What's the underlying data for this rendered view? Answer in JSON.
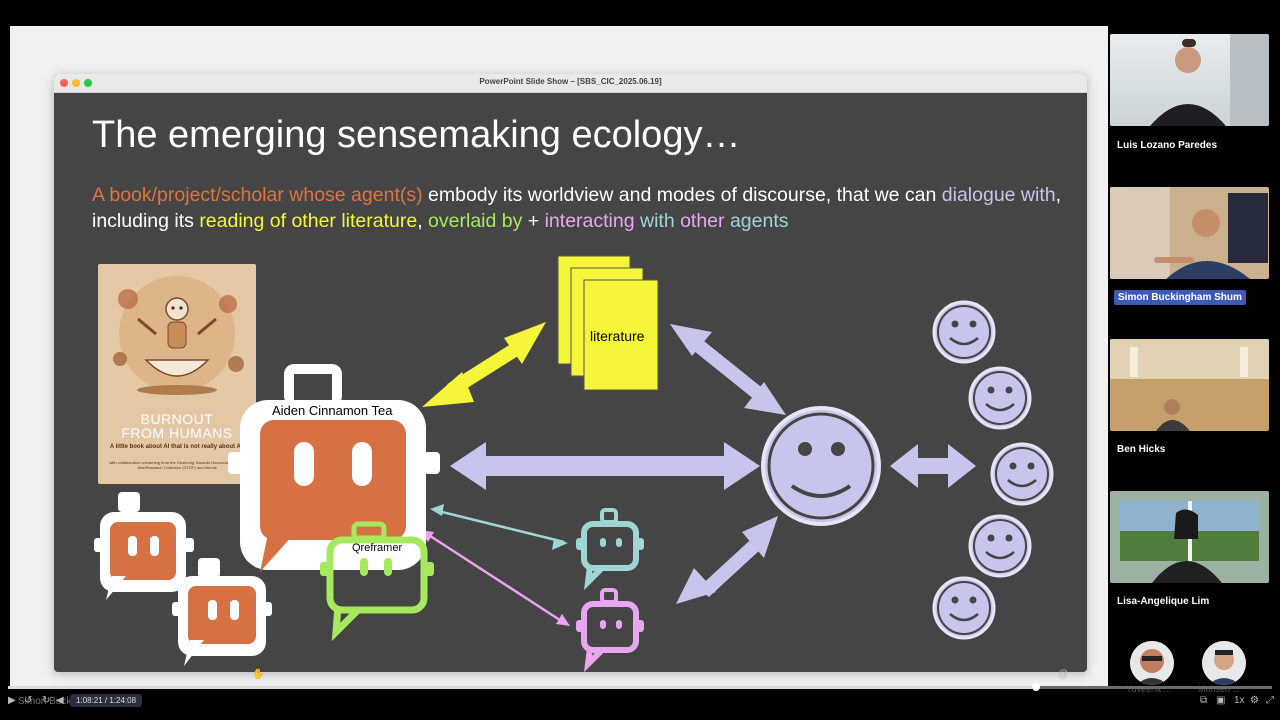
{
  "window": {
    "title": "PowerPoint Slide Show – [SBS_CIC_2025.06.19]"
  },
  "slide": {
    "title": "The emerging sensemaking ecology…",
    "subtitle_segments": [
      {
        "text": "A book/project/scholar whose agent(s)",
        "color": "orange"
      },
      {
        "text": " embody its worldview and modes of discourse, that we can ",
        "color": "white"
      },
      {
        "text": "dialogue with",
        "color": "lavender"
      },
      {
        "text": ", including its ",
        "color": "white"
      },
      {
        "text": "reading of other literature",
        "color": "yellow"
      },
      {
        "text": ", ",
        "color": "white"
      },
      {
        "text": "overlaid by",
        "color": "green"
      },
      {
        "text": " + ",
        "color": "white"
      },
      {
        "text": "interacting",
        "color": "pink"
      },
      {
        "text": " with ",
        "color": "teal"
      },
      {
        "text": "other",
        "color": "pink"
      },
      {
        "text": " agents",
        "color": "teal"
      }
    ],
    "book": {
      "title_line1": "BURNOUT",
      "title_line2": "FROM HUMANS",
      "tagline": "A little book about AI that is not really about AI.",
      "footer": "with collaborative unlearning from the Gesturing Towards Decolonial Futures Arts/Research Collective (GTDF) and friends"
    },
    "labels": {
      "literature": "literature",
      "main_agent": "Aiden Cinnamon Tea",
      "reframer": "Qreframer"
    }
  },
  "participants": [
    {
      "name": "Luis Lozano Paredes",
      "speaking": false
    },
    {
      "name": "Simon Buckingham Shum",
      "speaking": true
    },
    {
      "name": "Ben Hicks",
      "speaking": false
    },
    {
      "name": "Lisa-Angelique Lim",
      "speaking": false
    }
  ],
  "avatars": [
    {
      "name": "Yuveeha ..."
    },
    {
      "name": "Mohsen ..."
    }
  ],
  "playback": {
    "time": "1:08:21 / 1:24:08",
    "progress": 0.81,
    "speed": "1x",
    "caption_overlay": "Simon Buckingham Shum"
  },
  "colors": {
    "orange": "#e0733e",
    "yellow": "#f5f53a",
    "green": "#a6e85e",
    "pink": "#e8a6f0",
    "teal": "#9fd5d5",
    "lavender": "#c8c4ec",
    "white": "#ffffff",
    "slide_bg": "#454545",
    "agent_orange": "#d77043"
  }
}
